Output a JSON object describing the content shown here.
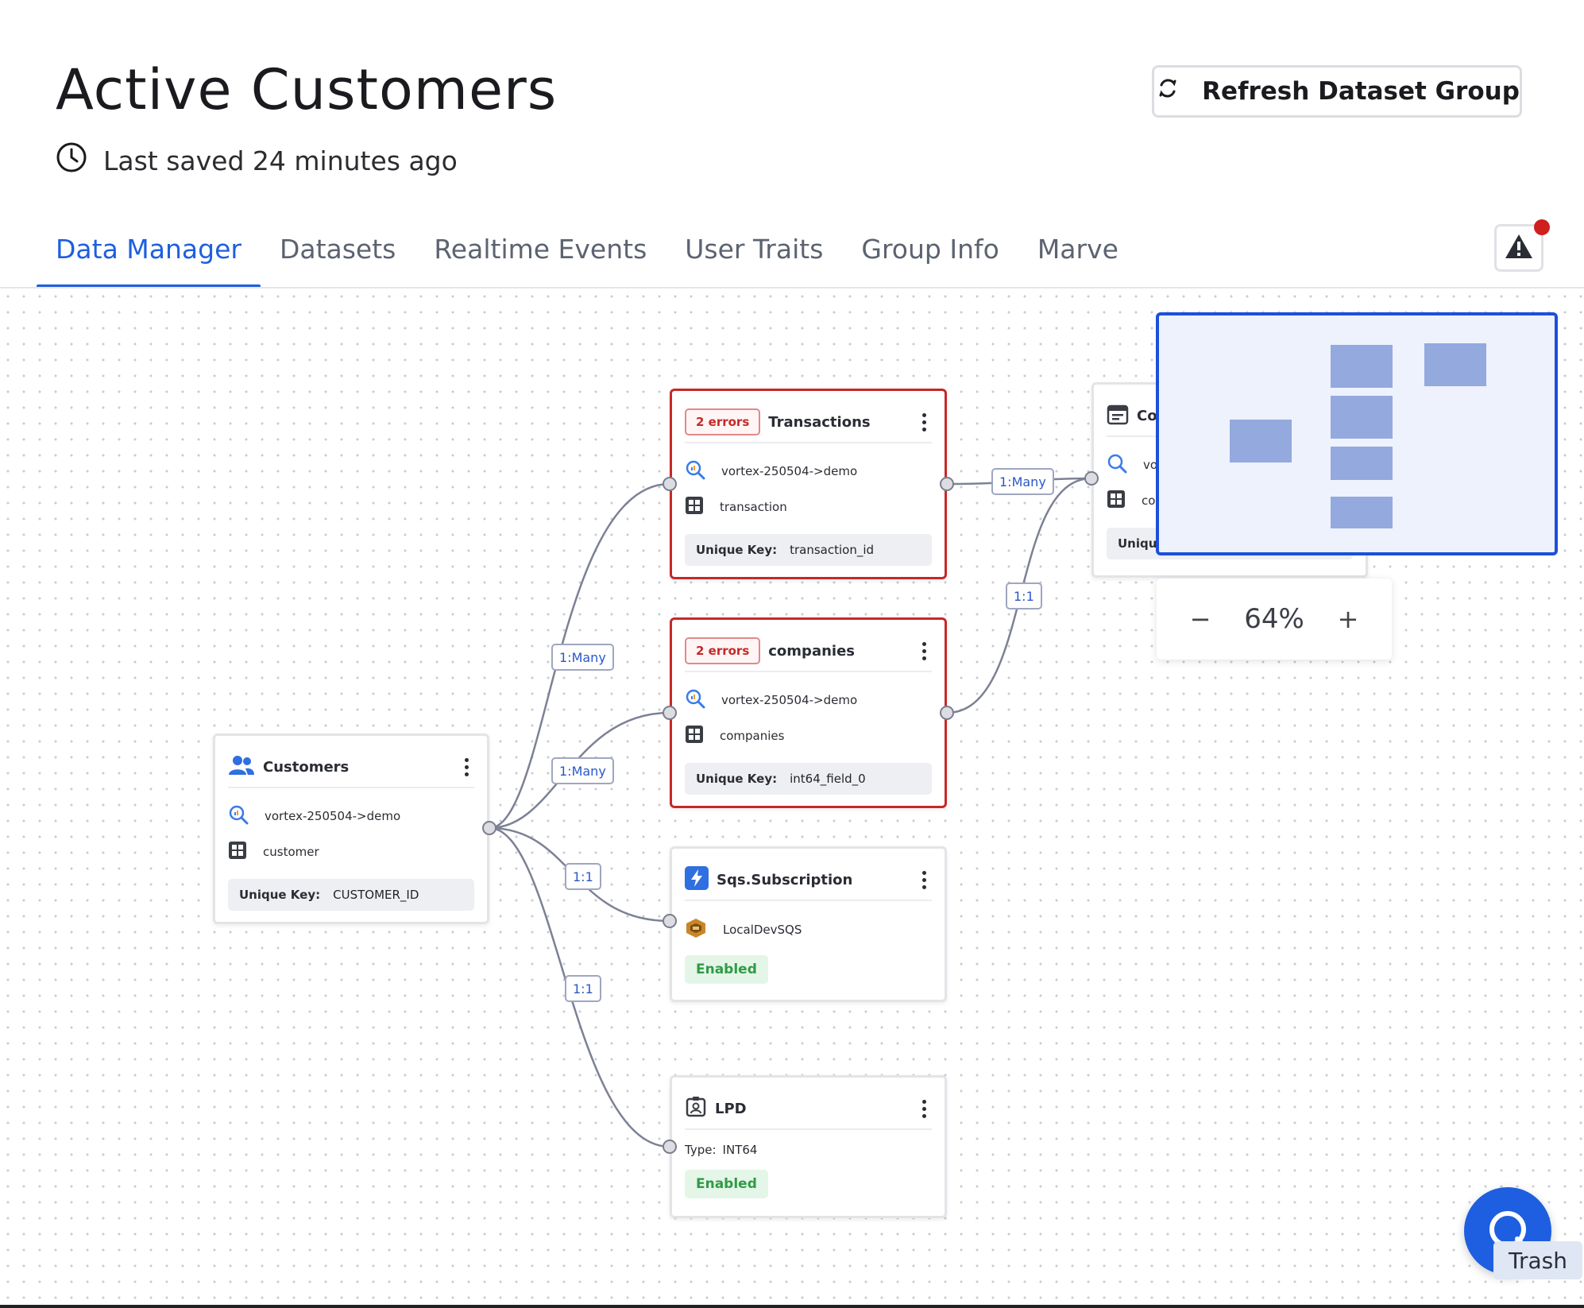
{
  "header": {
    "title": "Active Customers",
    "last_saved": "Last saved 24 minutes ago",
    "refresh_label": "Refresh Dataset Group"
  },
  "tabs": [
    {
      "label": "Data Manager",
      "active": true
    },
    {
      "label": "Datasets",
      "active": false
    },
    {
      "label": "Realtime Events",
      "active": false
    },
    {
      "label": "User Traits",
      "active": false
    },
    {
      "label": "Group Info",
      "active": false
    },
    {
      "label": "Marve",
      "active": false
    }
  ],
  "nodes": {
    "customers": {
      "title": "Customers",
      "source": "vortex-250504->demo",
      "table": "customer",
      "unique_key_label": "Unique Key:",
      "unique_key": "CUSTOMER_ID"
    },
    "transactions": {
      "errors": "2 errors",
      "title": "Transactions",
      "source": "vortex-250504->demo",
      "table": "transaction",
      "unique_key_label": "Unique Key:",
      "unique_key": "transaction_id"
    },
    "companies": {
      "errors": "2 errors",
      "title": "companies",
      "source": "vortex-250504->demo",
      "table": "companies",
      "unique_key_label": "Unique Key:",
      "unique_key": "int64_field_0"
    },
    "sqs": {
      "title": "Sqs.Subscription",
      "source": "LocalDevSQS",
      "status": "Enabled"
    },
    "lpd": {
      "title": "LPD",
      "type_label": "Type:",
      "type": "INT64",
      "status": "Enabled"
    },
    "partial": {
      "title": "Co",
      "source": "vo",
      "table": "co",
      "unique_key_label": "Unique"
    }
  },
  "edges": {
    "cust_trans": "1:Many",
    "cust_comp": "1:Many",
    "cust_sqs": "1:1",
    "cust_lpd": "1:1",
    "trans_partial": "1:Many",
    "comp_partial": "1:1"
  },
  "zoom": {
    "value": "64%",
    "minus": "−",
    "plus": "+"
  },
  "trash_label": "Trash",
  "colors": {
    "accent": "#1d5fe0",
    "error": "#c62828",
    "enabled": "#2f9b46"
  }
}
